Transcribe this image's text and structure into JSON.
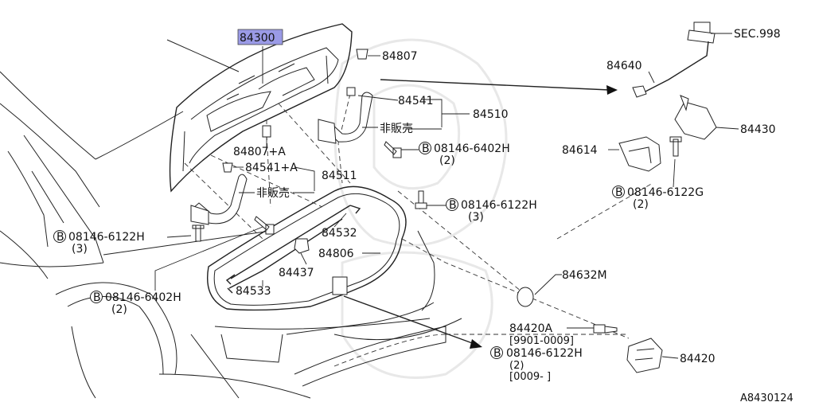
{
  "diagram": {
    "main_part": "84300",
    "labels": {
      "p84807_top": "84807",
      "p84541_top": "84541",
      "p84510": "84510",
      "not_sold_1": "非販売",
      "p84807a": "84807+A",
      "p84541a": "84541+A",
      "p84511": "84511",
      "not_sold_2": "非販売",
      "bolt_6402_top": "08146-6402H",
      "bolt_6402_top_qty": "(2)",
      "bolt_6122_mid": "08146-6122H",
      "bolt_6122_mid_qty": "(3)",
      "bolt_6122_left": "08146-6122H",
      "bolt_6122_left_qty": "(3)",
      "bolt_6402_left": "08146-6402H",
      "bolt_6402_left_qty": "(2)",
      "p84532": "84532",
      "p84806": "84806",
      "p84437": "84437",
      "p84533": "84533",
      "sec998": "SEC.998",
      "p84640": "84640",
      "p84430": "84430",
      "p84614": "84614",
      "bolt_6122g": "08146-6122G",
      "bolt_6122g_qty": "(2)",
      "p84632m": "84632M",
      "p84420a": "84420A",
      "range1": "[9901-0009]",
      "bolt_6122_br": "08146-6122H",
      "bolt_6122_br_qty": "(2)",
      "range2": "[0009-      ]",
      "p84420": "84420",
      "bolt_marker": "B",
      "drawing_id": "A8430124"
    }
  }
}
